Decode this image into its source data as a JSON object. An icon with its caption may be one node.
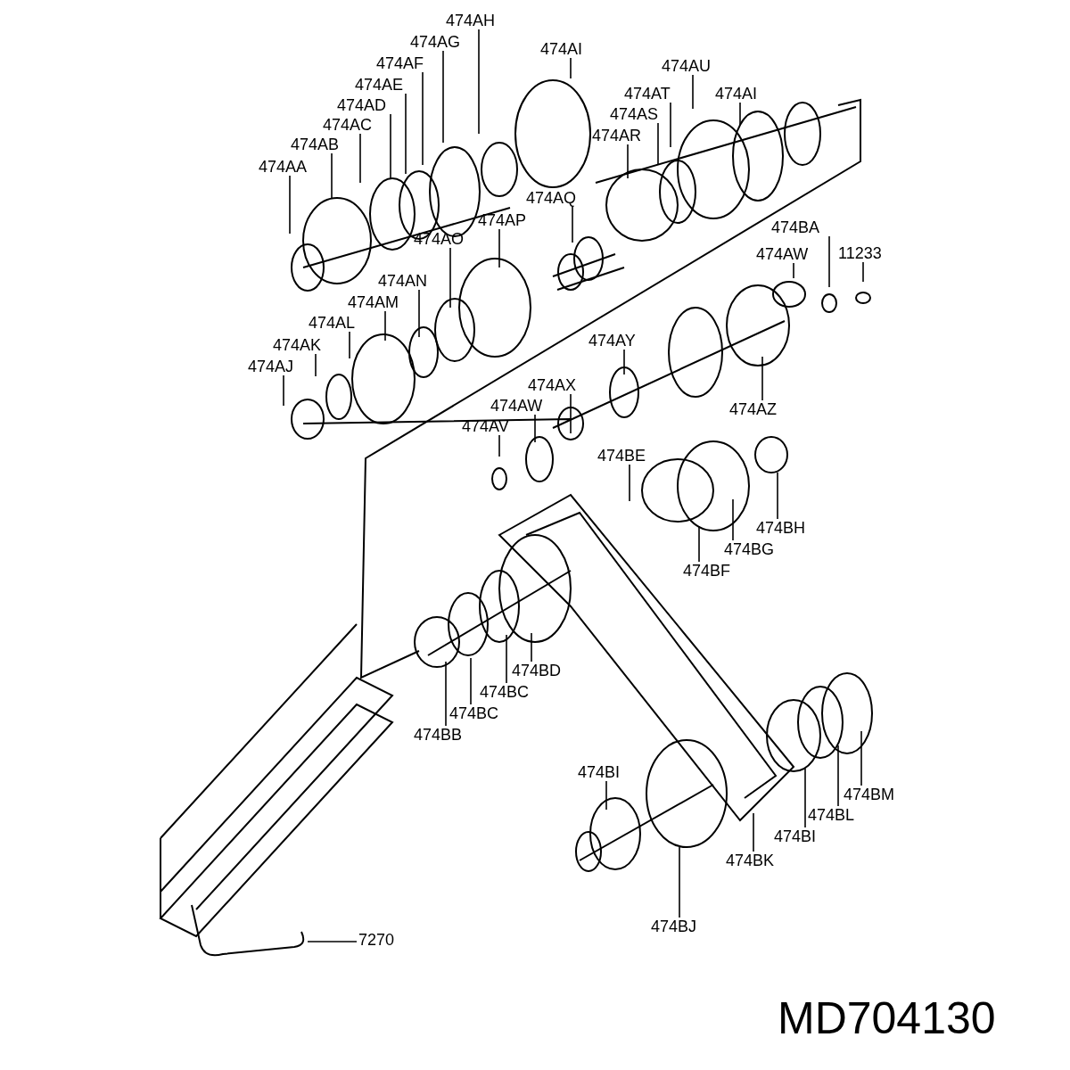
{
  "diagram": {
    "nodes": [
      {
        "text": [
          "474AH"
        ]
      },
      {
        "text": [
          "474AG"
        ]
      },
      {
        "text": [
          "474AI"
        ]
      },
      {
        "text": [
          "474AF"
        ]
      },
      {
        "text": [
          "474AU"
        ]
      },
      {
        "text": [
          "474AE"
        ]
      },
      {
        "text": [
          "474AT"
        ]
      },
      {
        "text": [
          "474AI"
        ]
      },
      {
        "text": [
          "474AD"
        ]
      },
      {
        "text": [
          "474AS"
        ]
      },
      {
        "text": [
          "474AC"
        ]
      },
      {
        "text": [
          "474AR"
        ]
      },
      {
        "text": [
          "474AB"
        ]
      },
      {
        "text": [
          "474AA"
        ]
      },
      {
        "text": [
          "474AQ"
        ]
      },
      {
        "text": [
          "474AP"
        ]
      },
      {
        "text": [
          "474AO"
        ]
      },
      {
        "text": [
          "474BA"
        ]
      },
      {
        "text": [
          "11233"
        ]
      },
      {
        "text": [
          "474AW"
        ]
      },
      {
        "text": [
          "474AN"
        ]
      },
      {
        "text": [
          "474AM"
        ]
      },
      {
        "text": [
          "474AL"
        ]
      },
      {
        "text": [
          "474AK"
        ]
      },
      {
        "text": [
          "474AJ"
        ]
      },
      {
        "text": [
          "474AY"
        ]
      },
      {
        "text": [
          "474AX"
        ]
      },
      {
        "text": [
          "474AZ"
        ]
      },
      {
        "text": [
          "474AW"
        ]
      },
      {
        "text": [
          "474AV"
        ]
      },
      {
        "text": [
          "474BE"
        ]
      },
      {
        "text": [
          "474BH"
        ]
      },
      {
        "text": [
          "474BG"
        ]
      },
      {
        "text": [
          "474BF"
        ]
      },
      {
        "text": [
          "474BD"
        ]
      },
      {
        "text": [
          "474BC"
        ]
      },
      {
        "text": [
          "474BC"
        ]
      },
      {
        "text": [
          "474BB"
        ]
      },
      {
        "text": [
          "474BI"
        ]
      },
      {
        "text": [
          "474BM"
        ]
      },
      {
        "text": [
          "474BL"
        ]
      },
      {
        "text": [
          "474BI"
        ]
      },
      {
        "text": [
          "474BK"
        ]
      },
      {
        "text": [
          "474BJ"
        ]
      },
      {
        "text": [
          "7270"
        ]
      }
    ],
    "edges": [
      {
        "from": 0,
        "to": null,
        "arrow": "none"
      },
      {
        "from": 1,
        "to": null,
        "arrow": "none"
      },
      {
        "from": 2,
        "to": null,
        "arrow": "none"
      },
      {
        "from": 3,
        "to": null,
        "arrow": "none"
      },
      {
        "from": 4,
        "to": null,
        "arrow": "none"
      },
      {
        "from": 5,
        "to": null,
        "arrow": "none"
      },
      {
        "from": 6,
        "to": null,
        "arrow": "none"
      },
      {
        "from": 7,
        "to": null,
        "arrow": "none"
      },
      {
        "from": 8,
        "to": null,
        "arrow": "none"
      },
      {
        "from": 9,
        "to": null,
        "arrow": "none"
      },
      {
        "from": 10,
        "to": null,
        "arrow": "none"
      },
      {
        "from": 11,
        "to": null,
        "arrow": "none"
      },
      {
        "from": 12,
        "to": null,
        "arrow": "none"
      },
      {
        "from": 13,
        "to": null,
        "arrow": "none"
      },
      {
        "from": 14,
        "to": null,
        "arrow": "none"
      },
      {
        "from": 15,
        "to": null,
        "arrow": "none"
      },
      {
        "from": 16,
        "to": null,
        "arrow": "none"
      },
      {
        "from": 17,
        "to": null,
        "arrow": "none"
      },
      {
        "from": 18,
        "to": null,
        "arrow": "none"
      },
      {
        "from": 19,
        "to": null,
        "arrow": "none"
      },
      {
        "from": 20,
        "to": null,
        "arrow": "none"
      },
      {
        "from": 21,
        "to": null,
        "arrow": "none"
      },
      {
        "from": 22,
        "to": null,
        "arrow": "none"
      },
      {
        "from": 23,
        "to": null,
        "arrow": "none"
      },
      {
        "from": 24,
        "to": null,
        "arrow": "none"
      },
      {
        "from": 25,
        "to": null,
        "arrow": "none"
      },
      {
        "from": 26,
        "to": null,
        "arrow": "none"
      },
      {
        "from": 27,
        "to": null,
        "arrow": "none"
      },
      {
        "from": 28,
        "to": null,
        "arrow": "none"
      },
      {
        "from": 29,
        "to": null,
        "arrow": "none"
      },
      {
        "from": 30,
        "to": null,
        "arrow": "none"
      },
      {
        "from": 31,
        "to": null,
        "arrow": "none"
      },
      {
        "from": 32,
        "to": null,
        "arrow": "none"
      },
      {
        "from": 33,
        "to": null,
        "arrow": "none"
      },
      {
        "from": 34,
        "to": null,
        "arrow": "none"
      },
      {
        "from": 35,
        "to": null,
        "arrow": "none"
      },
      {
        "from": 36,
        "to": null,
        "arrow": "none"
      },
      {
        "from": 37,
        "to": null,
        "arrow": "none"
      },
      {
        "from": 38,
        "to": null,
        "arrow": "none"
      },
      {
        "from": 39,
        "to": null,
        "arrow": "none"
      },
      {
        "from": 40,
        "to": null,
        "arrow": "none"
      },
      {
        "from": 41,
        "to": null,
        "arrow": "none"
      },
      {
        "from": 42,
        "to": null,
        "arrow": "none"
      },
      {
        "from": 43,
        "to": null,
        "arrow": "none"
      },
      {
        "from": 44,
        "to": null,
        "arrow": "none"
      }
    ],
    "labels": [
      "MD704130"
    ]
  }
}
